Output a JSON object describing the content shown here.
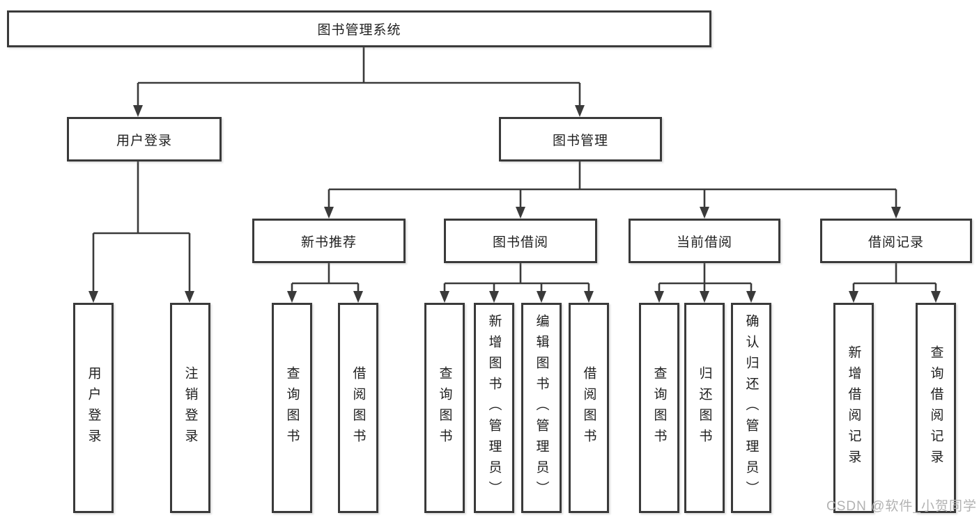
{
  "tree": {
    "root": {
      "label": "图书管理系统"
    },
    "level2": [
      {
        "label": "用户登录"
      },
      {
        "label": "图书管理"
      }
    ],
    "level3": [
      {
        "label": "新书推荐",
        "parent": "图书管理"
      },
      {
        "label": "图书借阅",
        "parent": "图书管理"
      },
      {
        "label": "当前借阅",
        "parent": "图书管理"
      },
      {
        "label": "借阅记录",
        "parent": "图书管理"
      }
    ],
    "leaves": [
      {
        "label": "用户登录",
        "parent": "用户登录"
      },
      {
        "label": "注销登录",
        "parent": "用户登录"
      },
      {
        "label": "查询图书",
        "parent": "新书推荐"
      },
      {
        "label": "借阅图书",
        "parent": "新书推荐"
      },
      {
        "label": "查询图书",
        "parent": "图书借阅"
      },
      {
        "label": "新增图书（管理员）",
        "parent": "图书借阅"
      },
      {
        "label": "编辑图书（管理员）",
        "parent": "图书借阅"
      },
      {
        "label": "借阅图书",
        "parent": "图书借阅"
      },
      {
        "label": "查询图书",
        "parent": "当前借阅"
      },
      {
        "label": "归还图书",
        "parent": "当前借阅"
      },
      {
        "label": "确认归还（管理员）",
        "parent": "当前借阅"
      },
      {
        "label": "新增借阅记录",
        "parent": "借阅记录"
      },
      {
        "label": "查询借阅记录",
        "parent": "借阅记录"
      }
    ]
  },
  "watermark": {
    "text": "CSDN @软件_小贺同学"
  },
  "colors": {
    "line": "#3a3a3a",
    "box_border": "#3a3a3a",
    "text": "#1f1f1f",
    "watermark": "#b2b2b2",
    "background": "#ffffff"
  }
}
